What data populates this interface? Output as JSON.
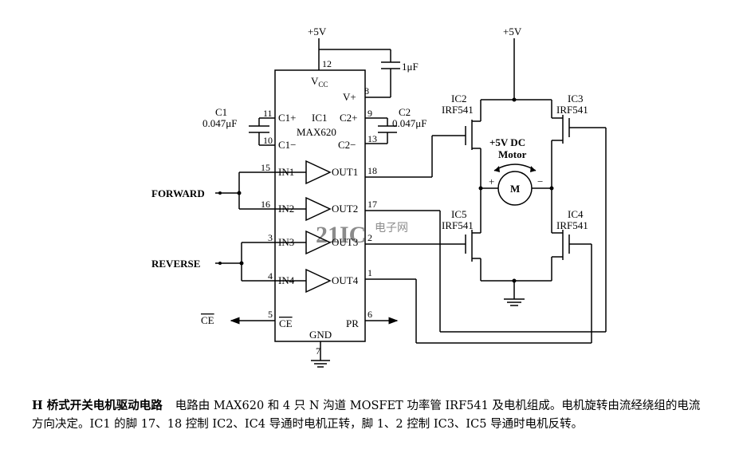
{
  "supply": {
    "left": "+5V",
    "right": "+5V"
  },
  "ic1": {
    "ref": "IC1",
    "part": "MAX620",
    "vcc": "V",
    "vcc_sub": "CC",
    "vplus": "V+",
    "c1p": "C1+",
    "c1m": "C1−",
    "c2p": "C2+",
    "c2m": "C2−",
    "in1": "IN1",
    "in2": "IN2",
    "in3": "IN3",
    "in4": "IN4",
    "out1": "OUT1",
    "out2": "OUT2",
    "out3": "OUT3",
    "out4": "OUT4",
    "ce": "CE",
    "pr": "PR",
    "gnd": "GND"
  },
  "pins": {
    "p12": "12",
    "p8": "8",
    "p11": "11",
    "p10": "10",
    "p9": "9",
    "p13": "13",
    "p15": "15",
    "p16": "16",
    "p3": "3",
    "p4": "4",
    "p18": "18",
    "p17": "17",
    "p2": "2",
    "p1": "1",
    "p5": "5",
    "p6": "6",
    "p7": "7"
  },
  "caps": {
    "c1_ref": "C1",
    "c1_val": "0.047μF",
    "c2_ref": "C2",
    "c2_val": "0.047μF",
    "c3_val": "1μF"
  },
  "signals": {
    "forward": "FORWARD",
    "reverse": "REVERSE",
    "ce": "CE"
  },
  "mosfets": [
    {
      "ref": "IC2",
      "part": "IRF541"
    },
    {
      "ref": "IC3",
      "part": "IRF541"
    },
    {
      "ref": "IC5",
      "part": "IRF541"
    },
    {
      "ref": "IC4",
      "part": "IRF541"
    }
  ],
  "motor": {
    "line1": "+5V DC",
    "line2": "Motor",
    "symbol": "M",
    "plus": "+",
    "minus": "−"
  },
  "watermark": {
    "main": "21IC",
    "sub": "电子网"
  },
  "caption": {
    "title": "H 桥式开关电机驱动电路",
    "body": "电路由 MAX620 和 4 只 N 沟道 MOSFET 功率管 IRF541 及电机组成。电机旋转由流经绕组的电流方向决定。IC1 的脚 17、18 控制 IC2、IC4 导通时电机正转，脚 1、2 控制 IC3、IC5 导通时电机反转。"
  }
}
